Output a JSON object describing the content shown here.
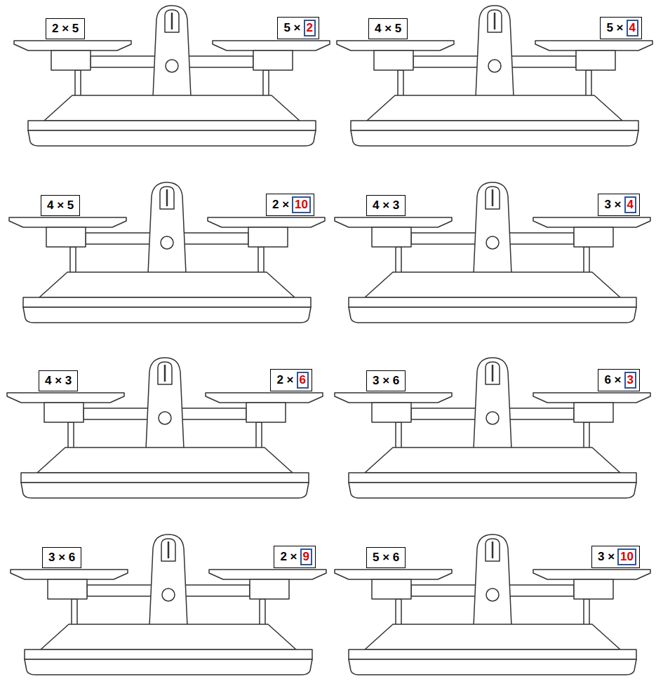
{
  "diagram": {
    "nodes": [
      {
        "text": [
          "2 × 5"
        ]
      },
      {
        "text": [
          "5 ×"
        ]
      },
      {
        "text": [
          "2"
        ],
        "in": 1
      },
      {
        "text": [
          "4 × 5"
        ]
      },
      {
        "text": [
          "5 ×"
        ]
      },
      {
        "text": [
          "4"
        ],
        "in": 4
      },
      {
        "text": [
          "4 × 5"
        ]
      },
      {
        "text": [
          "2 ×"
        ]
      },
      {
        "text": [
          "10"
        ],
        "in": 7
      },
      {
        "text": [
          "4 × 3"
        ]
      },
      {
        "text": [
          "3 ×"
        ]
      },
      {
        "text": [
          "4"
        ],
        "in": 10
      },
      {
        "text": [
          "4 × 3"
        ]
      },
      {
        "text": [
          "2 ×"
        ]
      },
      {
        "text": [
          "6"
        ],
        "in": 13
      },
      {
        "text": [
          "3 × 6"
        ]
      },
      {
        "text": [
          "6 ×"
        ]
      },
      {
        "text": [
          "3"
        ],
        "in": 16
      },
      {
        "text": [
          "3 × 6"
        ]
      },
      {
        "text": [
          "2 ×"
        ]
      },
      {
        "text": [
          "9"
        ],
        "in": 19
      },
      {
        "text": [
          "5 × 6"
        ]
      },
      {
        "text": [
          "3 ×"
        ]
      },
      {
        "text": [
          "10"
        ],
        "in": 22
      }
    ]
  }
}
